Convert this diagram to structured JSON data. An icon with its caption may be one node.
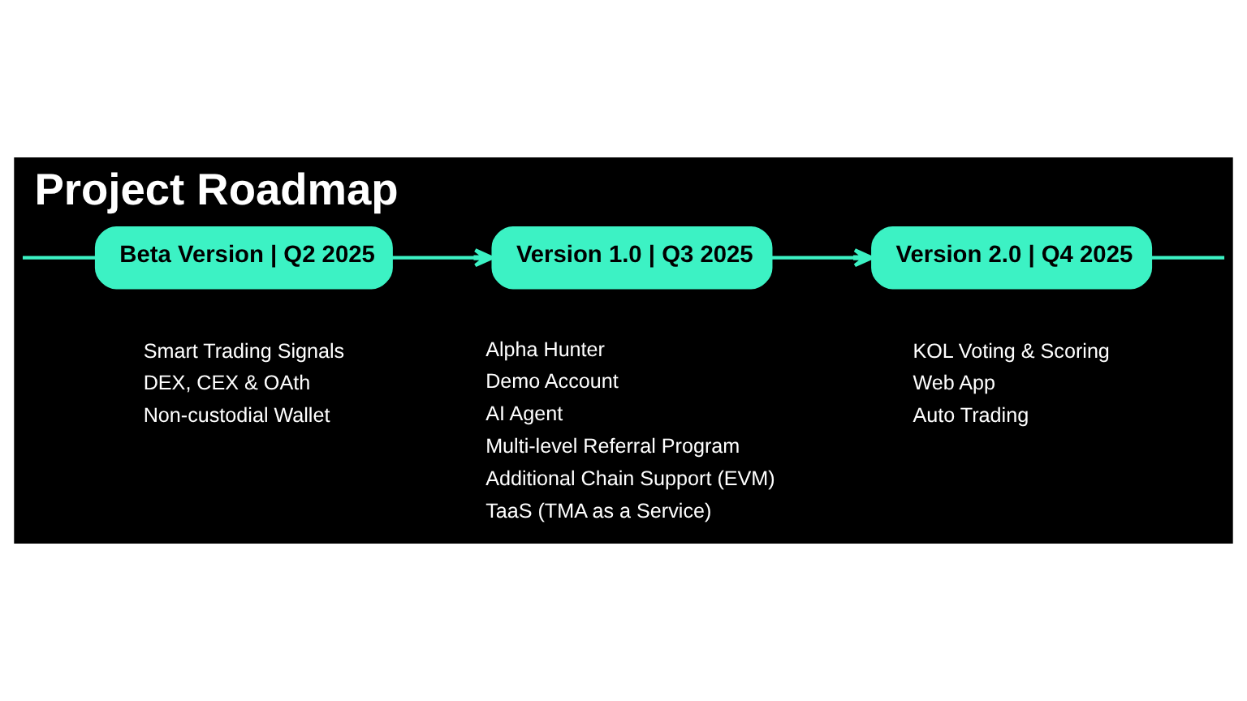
{
  "diagram": {
    "title": "Project Roadmap",
    "nodes": [
      {
        "text": [
          "Beta Version | Q2 2025"
        ],
        "beside": [
          "Smart Trading Signals",
          "DEX, CEX & OAth",
          "Non-custodial Wallet"
        ]
      },
      {
        "text": [
          "Version 1.0 | Q3 2025"
        ],
        "beside": [
          "Alpha Hunter",
          "Demo Account",
          "AI Agent",
          "Multi-level Referral Program",
          "Additional Chain Support (EVM)",
          "TaaS (TMA as a Service)"
        ]
      },
      {
        "text": [
          "Version 2.0 | Q4 2025"
        ],
        "beside": [
          "KOL Voting & Scoring",
          "Web App",
          "Auto Trading"
        ]
      }
    ],
    "edges": [
      {
        "from": null,
        "to": 0,
        "arrow": "none"
      },
      {
        "from": 0,
        "to": 1,
        "arrow": "to"
      },
      {
        "from": 1,
        "to": 2,
        "arrow": "to"
      },
      {
        "from": 2,
        "to": null,
        "arrow": "none"
      }
    ]
  }
}
